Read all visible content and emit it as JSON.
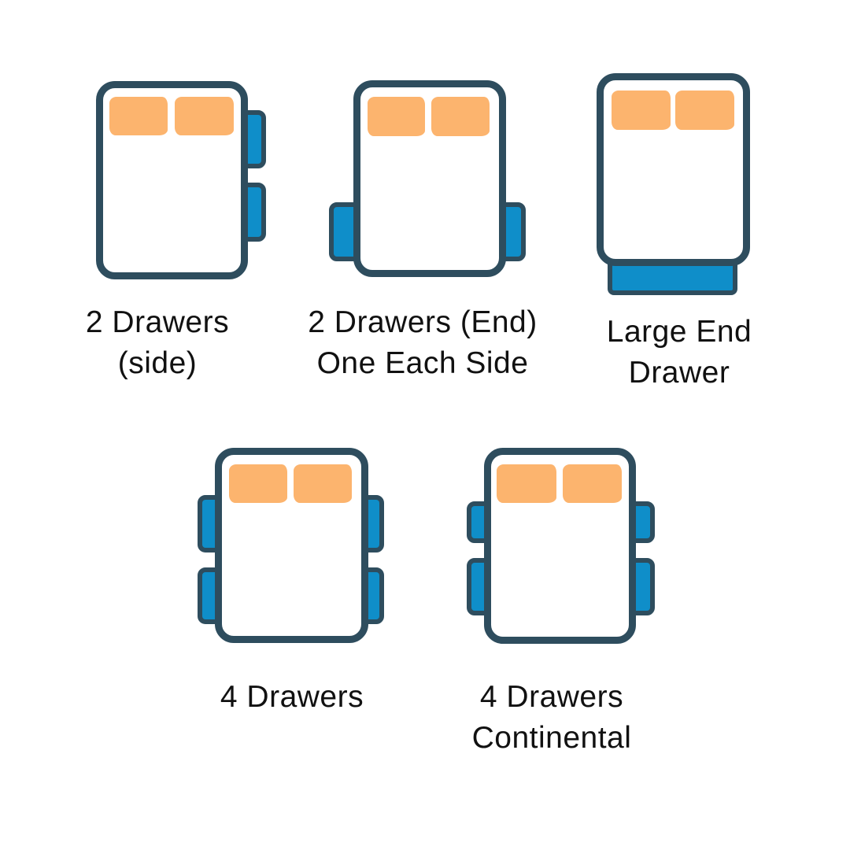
{
  "canvas": {
    "background": "#ffffff"
  },
  "colors": {
    "outline_navy": "#2e4d5e",
    "drawer_blue": "#0f8ec9",
    "pillow_orange": "#fcb46e",
    "label_text": "#111111"
  },
  "figures": [
    {
      "name": "2-drawers-side",
      "label": [
        "2 Drawers",
        "(side)"
      ],
      "drawers": {
        "right_side": 2
      }
    },
    {
      "name": "2-drawers-end-one-each-side",
      "label": [
        "2 Drawers (End)",
        "One Each Side"
      ],
      "drawers": {
        "left_side": 1,
        "right_side": 1
      }
    },
    {
      "name": "large-end-drawer",
      "label": [
        "Large End",
        "Drawer"
      ],
      "drawers": {
        "end": 1
      }
    },
    {
      "name": "4-drawers",
      "label": [
        "4 Drawers"
      ],
      "drawers": {
        "left_side": 2,
        "right_side": 2
      }
    },
    {
      "name": "4-drawers-continental",
      "label": [
        "4 Drawers",
        "Continental"
      ],
      "drawers": {
        "left_side": 2,
        "right_side": 2
      }
    }
  ]
}
